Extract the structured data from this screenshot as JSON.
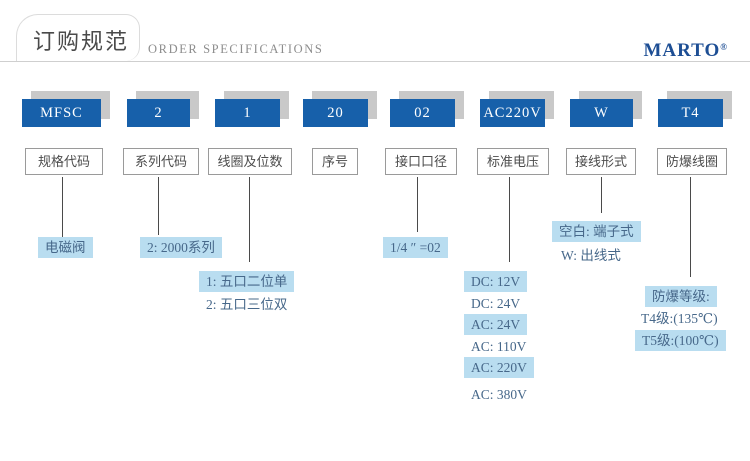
{
  "header": {
    "title_cn": "订购规范",
    "title_en": "ORDER SPECIFICATIONS",
    "brand": "MARTO",
    "brand_mark": "®"
  },
  "colors": {
    "code_box_blue": "#1760aa",
    "code_box_shadow": "#c9c9c9",
    "highlight_blue": "#b9ddf0",
    "brand_blue": "#1d4e94",
    "line_gray": "#4a4a4a"
  },
  "model_example": "MFSC-2-1-20-02-AC220V-W-T4",
  "columns": [
    {
      "code": "MFSC",
      "label": "规格代码",
      "annotations": [
        {
          "text": "电磁阀",
          "highlight": true
        }
      ]
    },
    {
      "code": "2",
      "label": "系列代码",
      "annotations": [
        {
          "text": "2: 2000系列",
          "highlight": true
        }
      ]
    },
    {
      "code": "1",
      "label": "线圈及位数",
      "annotations": [
        {
          "text": "1: 五口二位单",
          "highlight": true
        },
        {
          "text": "2: 五口三位双",
          "highlight": false
        }
      ]
    },
    {
      "code": "20",
      "label": "序号",
      "annotations": []
    },
    {
      "code": "02",
      "label": "接口口径",
      "annotations": [
        {
          "text": "1/4 ″ =02",
          "highlight": true
        }
      ]
    },
    {
      "code": "AC220V",
      "label": "标准电压",
      "annotations": [
        {
          "text": "DC: 12V",
          "highlight": true
        },
        {
          "text": "DC: 24V",
          "highlight": false
        },
        {
          "text": "AC: 24V",
          "highlight": true
        },
        {
          "text": "AC: 110V",
          "highlight": false
        },
        {
          "text": "AC: 220V",
          "highlight": true
        },
        {
          "text": "AC: 380V",
          "highlight": false
        }
      ]
    },
    {
      "code": "W",
      "label": "接线形式",
      "annotations": [
        {
          "text": "空白: 端子式",
          "highlight": true
        },
        {
          "text": "W: 出线式",
          "highlight": false
        }
      ]
    },
    {
      "code": "T4",
      "label": "防爆线圈",
      "annotations": [
        {
          "text": "防爆等级:",
          "highlight": true
        },
        {
          "text": "T4级:(135℃)",
          "highlight": false
        },
        {
          "text": "T5级:(100℃)",
          "highlight": true
        }
      ]
    }
  ]
}
